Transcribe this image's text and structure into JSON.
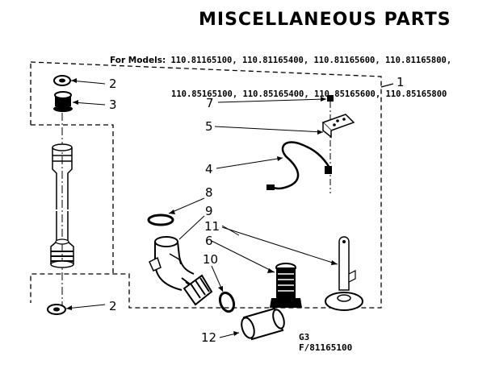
{
  "title": "MISCELLANEOUS PARTS",
  "models": {
    "label": "For Models:",
    "line1": "110.81165100, 110.81165400, 110.81165600, 110.81165800,",
    "line2": "110.85165100, 110.85165400, 110.85165600, 110.85165800"
  },
  "callouts": {
    "c1": "1",
    "c2a": "2",
    "c3": "3",
    "c2b": "2",
    "c7": "7",
    "c5": "5",
    "c4": "4",
    "c8": "8",
    "c9": "9",
    "c11": "11",
    "c6": "6",
    "c10": "10",
    "c12": "12"
  },
  "diagram_code": {
    "line1": "G3",
    "line2": "F/81165100"
  }
}
